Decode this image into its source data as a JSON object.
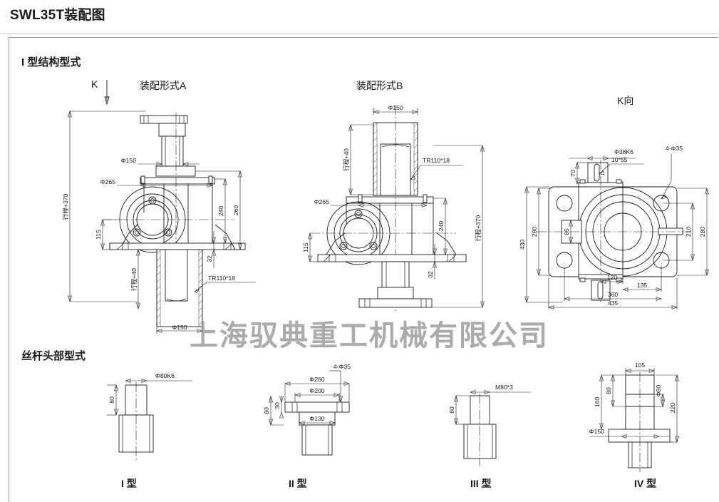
{
  "document": {
    "title": "SWL35T装配图",
    "watermark": "上海驭典重工机械有限公司"
  },
  "sections": {
    "structure": {
      "heading": "I 型结构型式"
    },
    "screw_head": {
      "heading": "丝杆头部型式"
    }
  },
  "figures": {
    "form_a": {
      "label": "装配形式A",
      "k_arrow_label": "K",
      "dimensions": {
        "overall_height": "行程+370",
        "top_flange_dia": "Φ150",
        "housing_flange_dia": "Φ265",
        "base_height": "115",
        "body_height": "240",
        "total_body": "260",
        "foot_thickness": "32",
        "tube_length": "行程+40",
        "thread_spec": "TR110*18",
        "tube_dia": "Φ150"
      }
    },
    "form_b": {
      "label": "装配形式B",
      "dimensions": {
        "tube_dia": "Φ150",
        "tube_length": "行程+40",
        "thread_spec": "TR110*18",
        "housing_flange_dia": "Φ265",
        "base_height": "115",
        "body_height": "240",
        "overall_height": "行程+370",
        "foot_thickness": "32"
      }
    },
    "view_k": {
      "label": "K向",
      "dimensions": {
        "shaft_dia": "Φ38K6",
        "keyway": "10*55",
        "shaft_len": "70",
        "bolt_holes": "4-Φ35",
        "outer_height": "430",
        "inner_height": "280",
        "hub_width": "65",
        "hole_pitch_v": "210",
        "hole_span_v": "280",
        "dim_120": "120",
        "dim_135": "135",
        "dim_360": "360",
        "dim_435": "435"
      }
    }
  },
  "screw_heads": [
    {
      "name": "I 型",
      "dimensions": {
        "top_dia": "Φ80K6",
        "height": "80"
      }
    },
    {
      "name": "II 型",
      "dimensions": {
        "bolt_holes": "4-Φ35",
        "flange_dia": "Φ260",
        "bolt_circle": "Φ200",
        "hub_dia": "Φ130",
        "height": "80",
        "flange_thk": "30"
      }
    },
    {
      "name": "III 型",
      "dimensions": {
        "thread": "M80*3",
        "height": "80"
      }
    },
    {
      "name": "IV 型",
      "dimensions": {
        "width": "105",
        "upper": "80",
        "total": "160",
        "shaft_dia": "Φ80",
        "overall": "220",
        "flange_dia": "Φ150"
      }
    }
  ],
  "colors": {
    "line": "#1a1a1a",
    "frame": "#9a9a9a",
    "rule": "#c9c9c9",
    "watermark": "#9d9d9d"
  }
}
